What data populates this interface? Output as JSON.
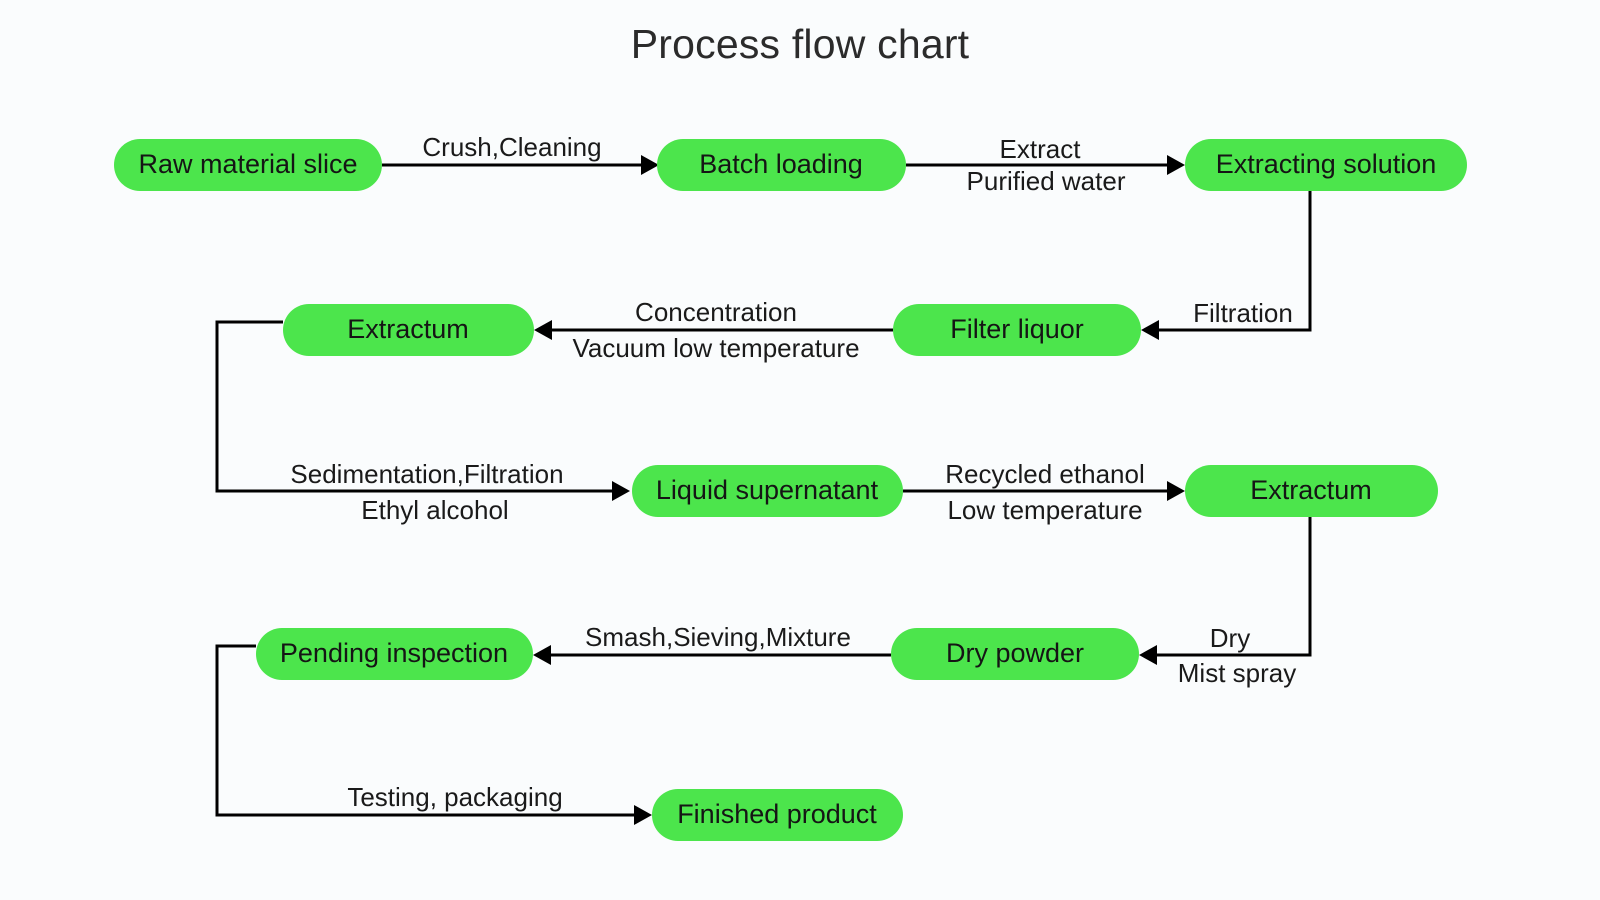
{
  "title": "Process flow chart",
  "colors": {
    "node_fill": "#4ce54c",
    "node_text": "#151515",
    "edge": "#000000",
    "background": "#fafcfd"
  },
  "nodes": [
    {
      "id": "raw-material-slice",
      "label": "Raw material slice"
    },
    {
      "id": "batch-loading",
      "label": "Batch loading"
    },
    {
      "id": "extracting-solution",
      "label": "Extracting solution"
    },
    {
      "id": "extractum-1",
      "label": "Extractum"
    },
    {
      "id": "filter-liquor",
      "label": "Filter liquor"
    },
    {
      "id": "liquid-supernatant",
      "label": "Liquid supernatant"
    },
    {
      "id": "extractum-2",
      "label": "Extractum"
    },
    {
      "id": "pending-inspection",
      "label": "Pending inspection"
    },
    {
      "id": "dry-powder",
      "label": "Dry powder"
    },
    {
      "id": "finished-product",
      "label": "Finished product"
    }
  ],
  "edges": [
    {
      "id": "crush-cleaning",
      "from": "raw-material-slice",
      "to": "batch-loading",
      "line1": "Crush,Cleaning",
      "line2": ""
    },
    {
      "id": "extract-purified-water",
      "from": "batch-loading",
      "to": "extracting-solution",
      "line1": "Extract",
      "line2": "Purified water"
    },
    {
      "id": "filtration",
      "from": "extracting-solution",
      "to": "filter-liquor",
      "line1": "Filtration",
      "line2": ""
    },
    {
      "id": "concentration-vacuum",
      "from": "filter-liquor",
      "to": "extractum-1",
      "line1": "Concentration",
      "line2": "Vacuum low temperature"
    },
    {
      "id": "sedimentation-ethyl-alcohol",
      "from": "extractum-1",
      "to": "liquid-supernatant",
      "line1": "Sedimentation,Filtration",
      "line2": "Ethyl alcohol"
    },
    {
      "id": "recycled-ethanol-low-temp",
      "from": "liquid-supernatant",
      "to": "extractum-2",
      "line1": "Recycled ethanol",
      "line2": "Low temperature"
    },
    {
      "id": "dry-mist-spray",
      "from": "extractum-2",
      "to": "dry-powder",
      "line1": "Dry",
      "line2": "Mist spray"
    },
    {
      "id": "smash-sieving-mixture",
      "from": "dry-powder",
      "to": "pending-inspection",
      "line1": "Smash,Sieving,Mixture",
      "line2": ""
    },
    {
      "id": "testing-packaging",
      "from": "pending-inspection",
      "to": "finished-product",
      "line1": "Testing, packaging",
      "line2": ""
    }
  ]
}
